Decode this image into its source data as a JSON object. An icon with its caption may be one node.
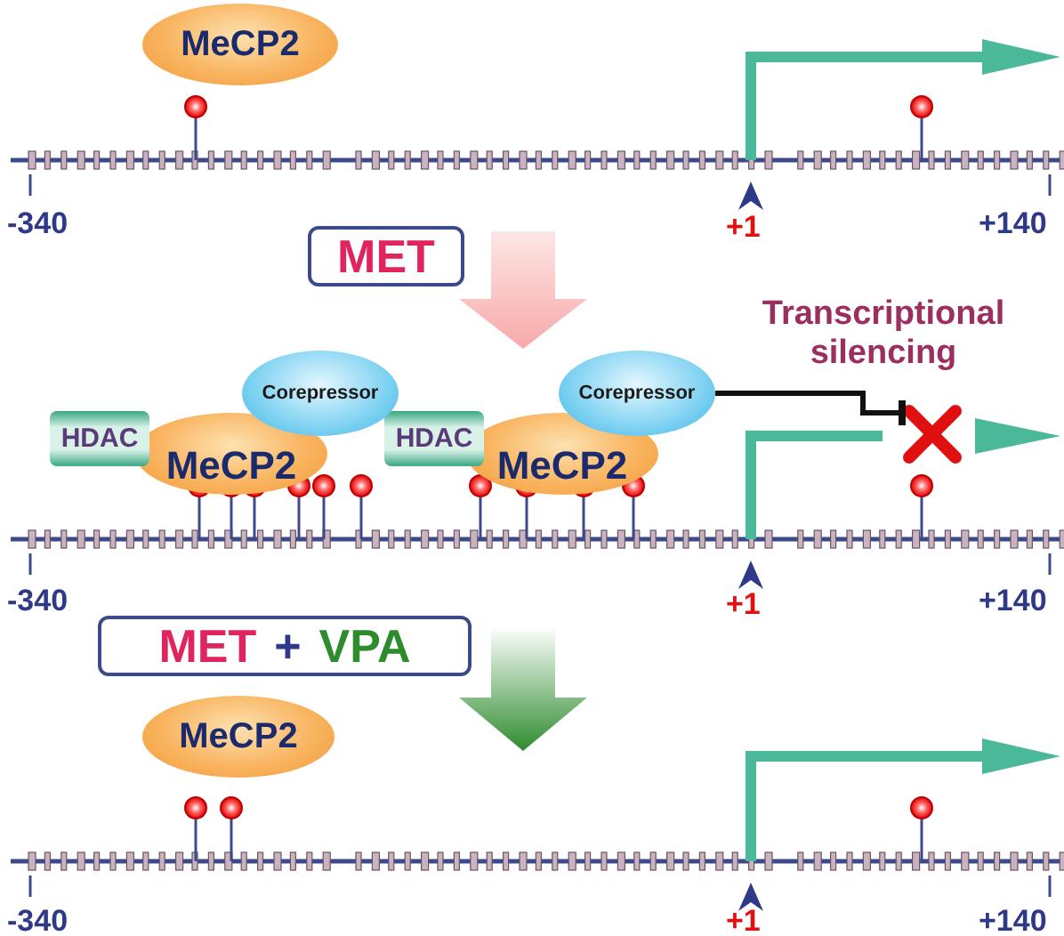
{
  "diagram": {
    "nodes": [
      {
        "text": [
          "MeCP2"
        ]
      },
      {
        "text": [
          "MET"
        ]
      },
      {
        "text": [
          "Corepressor"
        ]
      },
      {
        "text": [
          "Corepressor"
        ]
      },
      {
        "text": [
          "HDAC"
        ]
      },
      {
        "text": [
          "MeCP2"
        ]
      },
      {
        "text": [
          "HDAC"
        ]
      },
      {
        "text": [
          "MeCP2"
        ]
      },
      {
        "text": [
          "MET",
          "+",
          "VPA"
        ]
      },
      {
        "text": [
          "MeCP2"
        ]
      },
      {
        "text": [],
        "shape": "cross"
      }
    ],
    "edges": [
      {
        "from": 3,
        "to": 10,
        "arrow": "other"
      }
    ],
    "labels": [
      "-340",
      "+1",
      "+140",
      "Transcriptional silencing",
      "-340",
      "+1",
      "+140",
      "-340",
      "+1",
      "+140"
    ]
  }
}
